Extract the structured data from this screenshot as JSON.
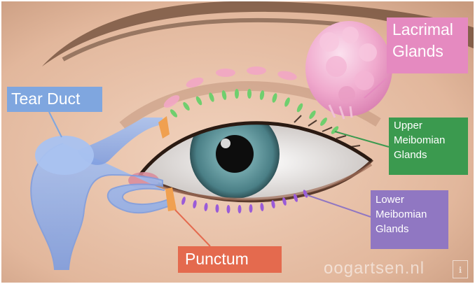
{
  "labels": {
    "tear_duct": "Tear Duct",
    "lacrimal_line1": "Lacrimal",
    "lacrimal_line2": "Glands",
    "upper_line1": "Upper",
    "upper_line2": "Meibomian",
    "upper_line3": "Glands",
    "lower_line1": "Lower",
    "lower_line2": "Meibomian",
    "lower_line3": "Glands",
    "punctum": "Punctum"
  },
  "watermark": "oogartsen.nl",
  "colors": {
    "tear_duct": "#7fa6df",
    "lacrimal": "#e58ac0",
    "upper_meibomian": "#3b9a4f",
    "lower_meibomian": "#9077c2",
    "punctum": "#e46a4e",
    "skin": "#e8c3ab",
    "iris": "#5b8e95"
  },
  "icons": [
    "eye-illustration",
    "lacrimal-gland-icon",
    "tear-duct-icon"
  ]
}
